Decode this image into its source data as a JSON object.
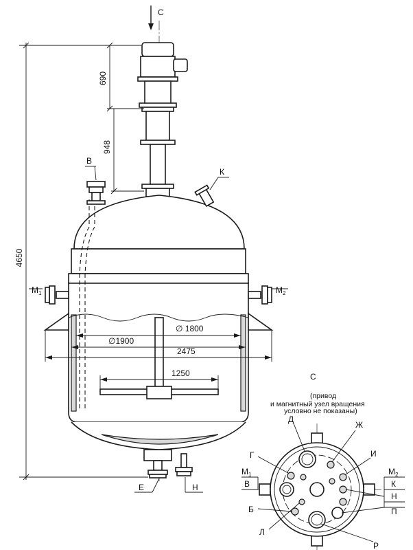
{
  "labels": {
    "view_marker_top": "С",
    "view_title": "С",
    "view_note_line1": "(привод",
    "view_note_line2": "и магнитный узел вращения",
    "view_note_line3": "условно не показаны)",
    "nozzle_v": "В",
    "nozzle_k": "К",
    "nozzle_m1": "М",
    "nozzle_m1_sub": "1",
    "nozzle_m2": "М",
    "nozzle_m2_sub": "2",
    "nozzle_e": "Е",
    "nozzle_n": "Н",
    "plan": {
      "d": "Д",
      "zh": "Ж",
      "g": "Г",
      "i": "И",
      "m1": "М",
      "m1_sub": "1",
      "m2": "М",
      "m2_sub": "2",
      "v": "В",
      "k": "К",
      "n": "Н",
      "b": "Б",
      "p": "П",
      "l": "Л",
      "r": "Р"
    }
  },
  "dimensions": {
    "total_height": "4650",
    "drive_upper": "690",
    "drive_lower": "948",
    "diameter_inner": "∅ 1800",
    "diameter_jacket": "∅1900",
    "overall_width": "2475",
    "agitator_width": "1250"
  }
}
